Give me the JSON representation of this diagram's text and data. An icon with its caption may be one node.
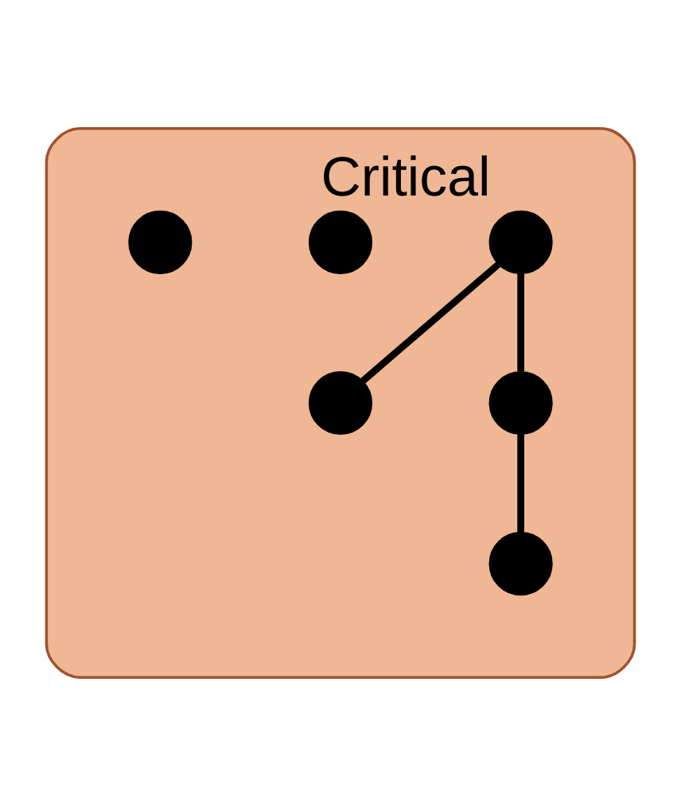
{
  "diagram": {
    "nodes": [
      {
        "text": [],
        "shape": "ellipse"
      },
      {
        "text": [],
        "shape": "circle",
        "in": 0,
        "beside": [
          "Critical"
        ]
      },
      {
        "text": [],
        "shape": "circle",
        "in": 0
      },
      {
        "text": [],
        "shape": "circle",
        "in": 0
      },
      {
        "text": [],
        "shape": "circle",
        "in": 0
      },
      {
        "text": [],
        "shape": "circle",
        "in": 0
      },
      {
        "text": [],
        "shape": "circle",
        "in": 0
      }
    ],
    "edges": [
      {
        "from": 1,
        "to": 2,
        "arrow": "none"
      },
      {
        "from": 1,
        "to": 4,
        "arrow": "none"
      },
      {
        "from": 4,
        "to": 5,
        "arrow": "none"
      }
    ]
  }
}
